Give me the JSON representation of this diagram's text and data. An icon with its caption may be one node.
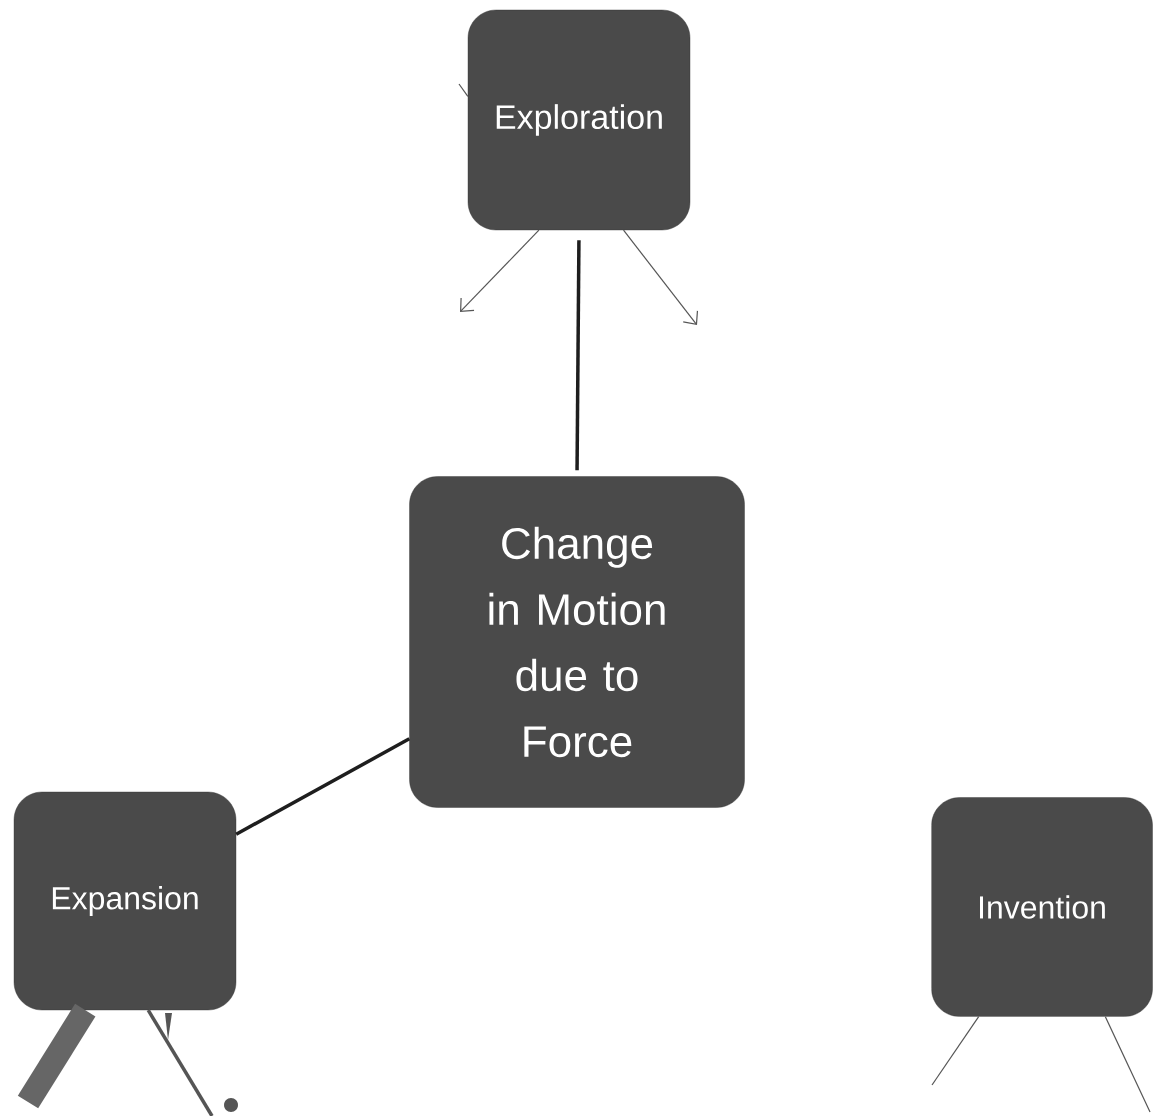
{
  "diagram": {
    "nodes": [
      {
        "text": [
          "Exploration"
        ]
      },
      {
        "text": [
          "Change  in Motion due to Force"
        ]
      },
      {
        "text": [
          "Expansion"
        ]
      },
      {
        "text": [
          "Invention"
        ]
      }
    ],
    "edges": [
      {
        "from": 1,
        "to": 0,
        "arrow": "none",
        "style": "thick",
        "color": "#1e1e1e"
      },
      {
        "from": 1,
        "to": 2,
        "arrow": "none",
        "style": "thick",
        "color": "#1e1e1e"
      },
      {
        "from": 0,
        "to": null,
        "arrow": "to"
      },
      {
        "from": 0,
        "to": null,
        "arrow": "to"
      },
      {
        "from": 3,
        "to": null,
        "arrow": "none"
      },
      {
        "from": 3,
        "to": null,
        "arrow": "none"
      },
      {
        "from": 2,
        "to": null,
        "arrow": "none",
        "style": "thick",
        "color": "#666666"
      },
      {
        "from": 2,
        "to": null,
        "arrow": "none",
        "style": "thick",
        "color": "#555555"
      },
      {
        "from": null,
        "to": 0,
        "arrow": "none"
      }
    ]
  }
}
